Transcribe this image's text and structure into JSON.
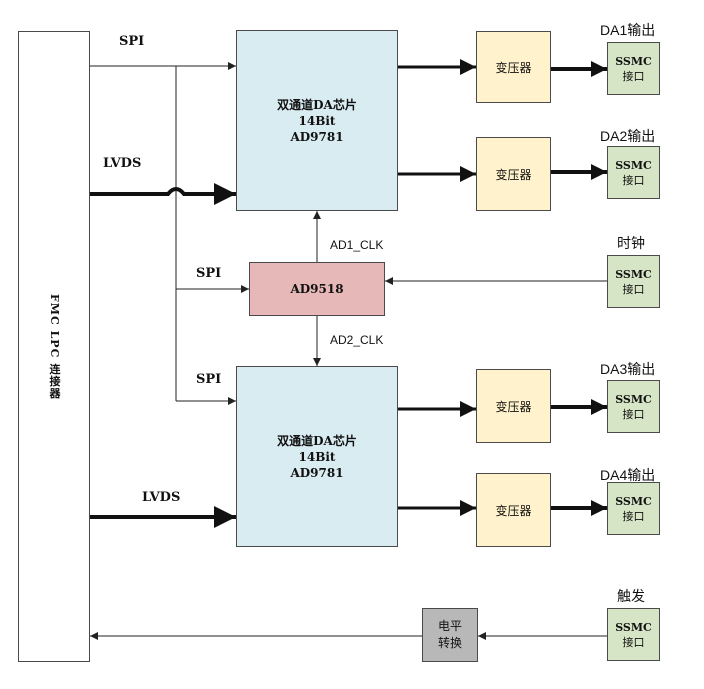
{
  "fmc": {
    "label": "FMC LPC 连接器"
  },
  "da_top": {
    "line1": "双通道DA芯片",
    "line2": "14Bit",
    "line3": "AD9781"
  },
  "da_bottom": {
    "line1": "双通道DA芯片",
    "line2": "14Bit",
    "line3": "AD9781"
  },
  "clock_chip": {
    "label": "AD9518"
  },
  "level_converter": {
    "line1": "电平",
    "line2": "转换"
  },
  "transformers": [
    "变压器",
    "变压器",
    "变压器",
    "变压器"
  ],
  "ssmc": {
    "line1": "SSMC",
    "line2": "接口"
  },
  "outputs": [
    "DA1输出",
    "DA2输出",
    "DA3输出",
    "DA4输出"
  ],
  "clock_in": "时钟",
  "trigger_in": "触发",
  "bus_labels": {
    "spi_top": "SPI",
    "lvds_top": "LVDS",
    "spi_mid": "SPI",
    "spi_bottom": "SPI",
    "lvds_bottom": "LVDS"
  },
  "clk_labels": {
    "ad1": "AD1_CLK",
    "ad2": "AD2_CLK"
  },
  "colors": {
    "da": "#d9ecf1",
    "transformer": "#fff2cc",
    "ssmc": "#d6e5c5",
    "clock_chip": "#e6b9b8",
    "level": "#b8b8b8"
  }
}
